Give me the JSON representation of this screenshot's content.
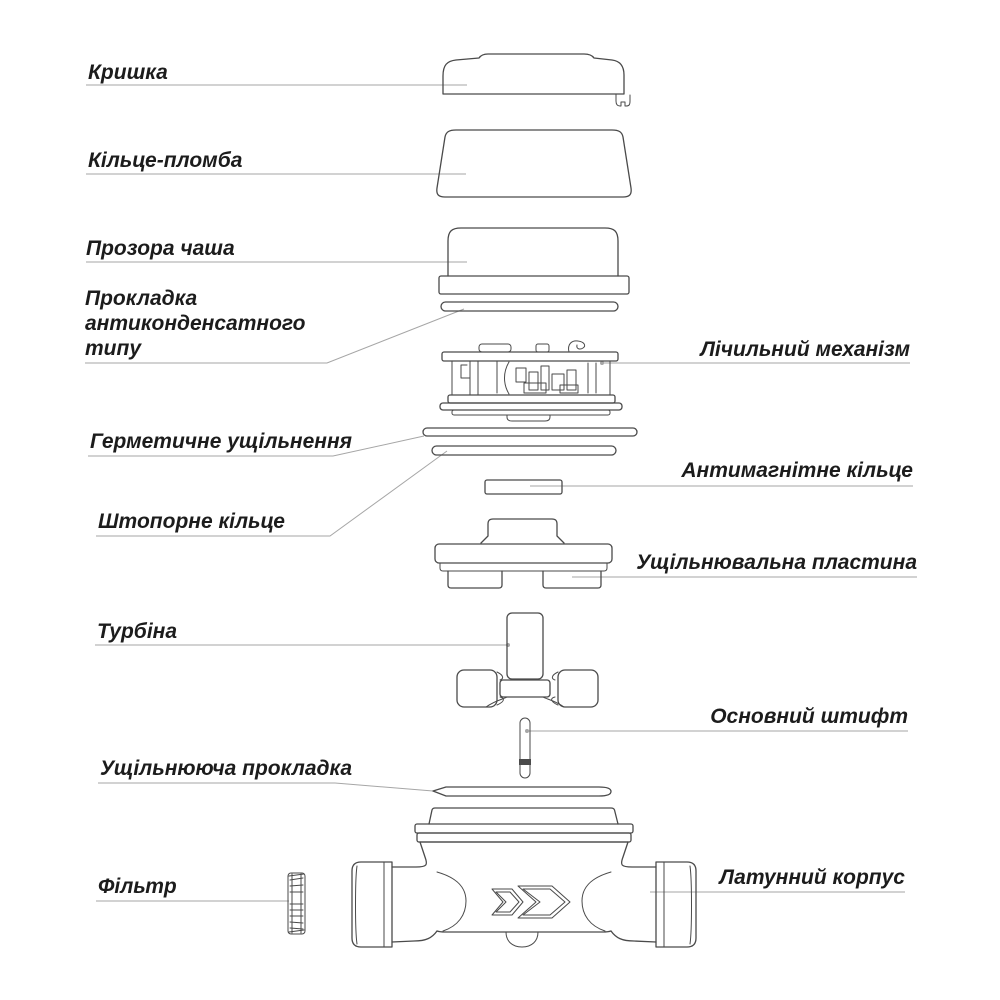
{
  "colors": {
    "background": "#ffffff",
    "line": "#4a4a4a",
    "leader": "#a6a6a6",
    "text": "#1c1c1c"
  },
  "labels": {
    "cap": "Кришка",
    "seal_ring": "Кільце-пломба",
    "clear_cup": "Прозора чаша",
    "anticondensation_gasket_line1": "Прокладка",
    "anticondensation_gasket_line2": "антиконденсатного",
    "anticondensation_gasket_line3": "типу",
    "counting_mechanism": "Лічильний механізм",
    "hermetic_seal": "Герметичне ущільнення",
    "antimagnetic_ring": "Антимагнітне кільце",
    "stop_ring": "Штопорне кільце",
    "sealing_plate": "Ущільнювальна пластина",
    "turbine": "Турбіна",
    "main_pin": "Основний штифт",
    "sealing_gasket": "Ущільнююча прокладка",
    "filter": "Фільтр",
    "brass_body": "Латунний корпус"
  }
}
